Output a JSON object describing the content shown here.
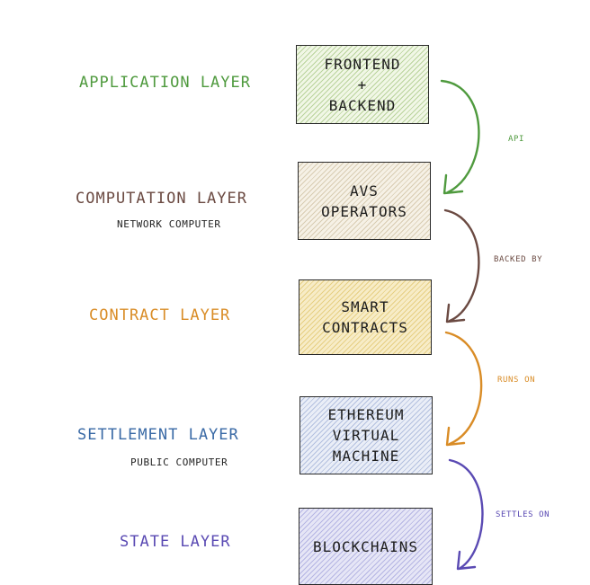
{
  "layers": [
    {
      "name": "APPLICATION LAYER",
      "sub": "",
      "box": "FRONTEND\n+\nBACKEND",
      "color": "#4f9a3e",
      "fill": "#f1f7e6",
      "hatch": "#b9d39c"
    },
    {
      "name": "COMPUTATION LAYER",
      "sub": "NETWORK COMPUTER",
      "box": "AVS\nOPERATORS",
      "color": "#6b4a42",
      "fill": "#f6f1e6",
      "hatch": "#d8ccb2"
    },
    {
      "name": "CONTRACT LAYER",
      "sub": "",
      "box": "SMART\nCONTRACTS",
      "color": "#d98c26",
      "fill": "#f7ecc7",
      "hatch": "#e6cf83"
    },
    {
      "name": "SETTLEMENT LAYER",
      "sub": "PUBLIC COMPUTER",
      "box": "ETHEREUM\nVIRTUAL\nMACHINE",
      "color": "#3a6aa6",
      "fill": "#eaeef7",
      "hatch": "#b3c0df"
    },
    {
      "name": "STATE LAYER",
      "sub": "",
      "box": "BLOCKCHAINS",
      "color": "#5a4ab3",
      "fill": "#e6e6f6",
      "hatch": "#b5b5e3"
    }
  ],
  "connections": [
    {
      "label": "API",
      "color": "#4f9a3e"
    },
    {
      "label": "BACKED BY",
      "color": "#6b4a42"
    },
    {
      "label": "RUNS ON",
      "color": "#d98c26"
    },
    {
      "label": "SETTLES ON",
      "color": "#5a4ab3"
    }
  ]
}
